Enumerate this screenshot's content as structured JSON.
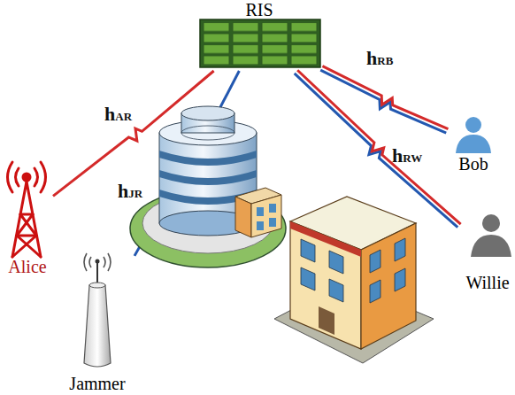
{
  "diagram": {
    "nodes": [
      {
        "text": [
          "RIS"
        ]
      },
      {
        "text": [
          "Alice"
        ]
      },
      {
        "text": [
          "Jammer"
        ]
      },
      {
        "text": [
          "Bob"
        ]
      },
      {
        "text": [
          "Willie"
        ]
      }
    ],
    "edges": [
      {
        "from": 1,
        "to": 0,
        "arrow": "none",
        "label": "hAR"
      },
      {
        "from": 2,
        "to": 0,
        "arrow": "none",
        "label": "hJR"
      },
      {
        "from": 0,
        "to": 3,
        "arrow": "none",
        "label": "hRB"
      },
      {
        "from": 0,
        "to": 4,
        "arrow": "none",
        "label": "hRW"
      }
    ]
  }
}
